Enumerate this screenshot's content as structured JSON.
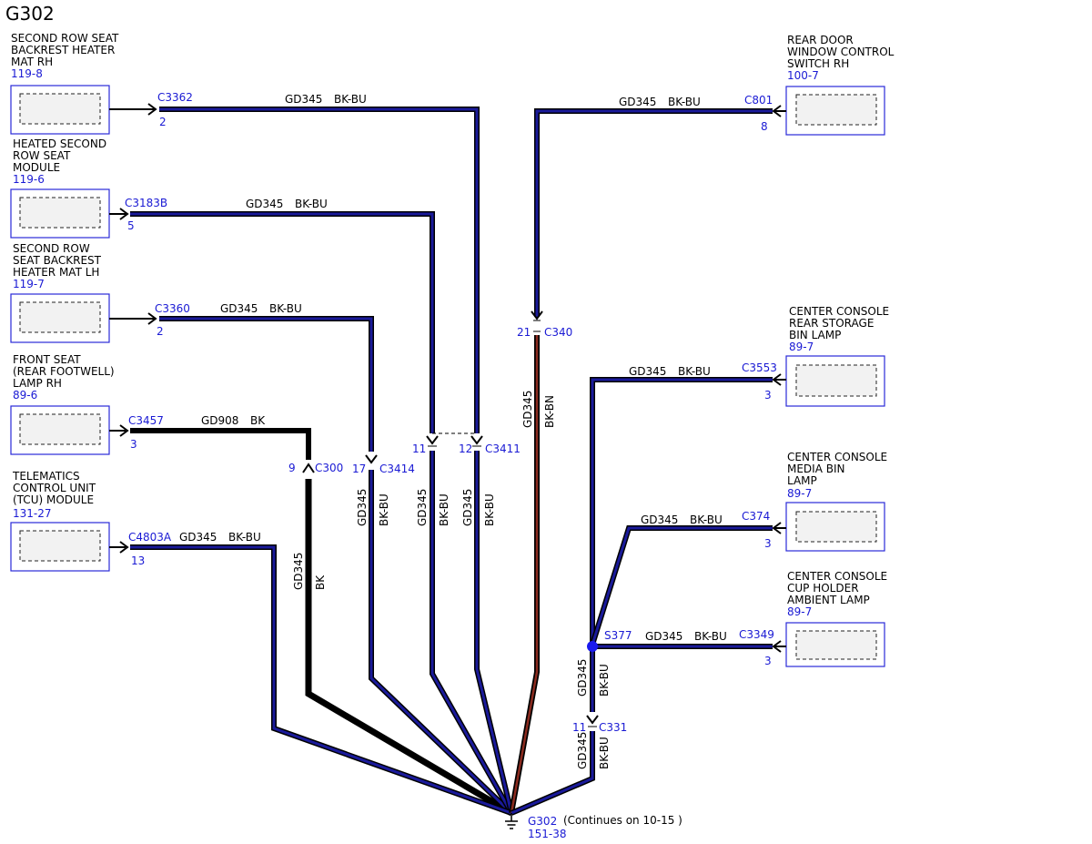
{
  "title": "G302",
  "colors": {
    "wire_core": "#1a1a9a",
    "wire_bk": "#000000",
    "wire_bn": "#8b2b1f",
    "ref_text": "#1a1ad4"
  },
  "components": {
    "seat_backrest_rh": {
      "lines": [
        "SECOND ROW SEAT",
        "BACKREST HEATER",
        "MAT RH"
      ],
      "ref": "119-8"
    },
    "heated_seat_module": {
      "lines": [
        "HEATED SECOND",
        "ROW SEAT",
        "MODULE"
      ],
      "ref": "119-6"
    },
    "seat_backrest_lh": {
      "lines": [
        "SECOND ROW",
        "SEAT BACKREST",
        "HEATER MAT LH"
      ],
      "ref": "119-7"
    },
    "footwell_lamp": {
      "lines": [
        "FRONT SEAT",
        "(REAR FOOTWELL)",
        "LAMP RH"
      ],
      "ref": "89-6"
    },
    "tcu": {
      "lines": [
        "TELEMATICS",
        "CONTROL UNIT",
        "(TCU) MODULE"
      ],
      "ref": "131-27"
    },
    "rear_door_switch": {
      "lines": [
        "REAR DOOR",
        "WINDOW CONTROL",
        "SWITCH RH"
      ],
      "ref": "100-7"
    },
    "storage_bin_lamp": {
      "lines": [
        "CENTER CONSOLE",
        "REAR STORAGE",
        "BIN LAMP"
      ],
      "ref": "89-7"
    },
    "media_bin_lamp": {
      "lines": [
        "CENTER CONSOLE",
        "MEDIA BIN",
        "LAMP"
      ],
      "ref": "89-7"
    },
    "cup_holder_lamp": {
      "lines": [
        "CENTER CONSOLE",
        "CUP HOLDER",
        "AMBIENT LAMP"
      ],
      "ref": "89-7"
    }
  },
  "connectors": {
    "c3362": {
      "name": "C3362",
      "pin": "2"
    },
    "c3183b": {
      "name": "C3183B",
      "pin": "5"
    },
    "c3360": {
      "name": "C3360",
      "pin": "2"
    },
    "c3457": {
      "name": "C3457",
      "pin": "3"
    },
    "c4803a": {
      "name": "C4803A",
      "pin": "13"
    },
    "c801": {
      "name": "C801",
      "pin": "8"
    },
    "c3553": {
      "name": "C3553",
      "pin": "3"
    },
    "c374": {
      "name": "C374",
      "pin": "3"
    },
    "c3349": {
      "name": "C3349",
      "pin": "3"
    },
    "c340": {
      "name": "C340",
      "pin": "21"
    },
    "c300": {
      "name": "C300",
      "pin": "9"
    },
    "c3414": {
      "name": "C3414",
      "pin": "17"
    },
    "c3411": {
      "name": "C3411",
      "pin_a": "11",
      "pin_b": "12"
    },
    "c331": {
      "name": "C331",
      "pin": "11"
    }
  },
  "circuits": {
    "gd345": "GD345",
    "gd908": "GD908",
    "bk_bu": "BK-BU",
    "bk": "BK",
    "bk_bn": "BK-BN"
  },
  "splice": {
    "name": "S377"
  },
  "ground": {
    "name": "G302",
    "ref": "151-38",
    "note": "(Continues on 10-15 )"
  }
}
